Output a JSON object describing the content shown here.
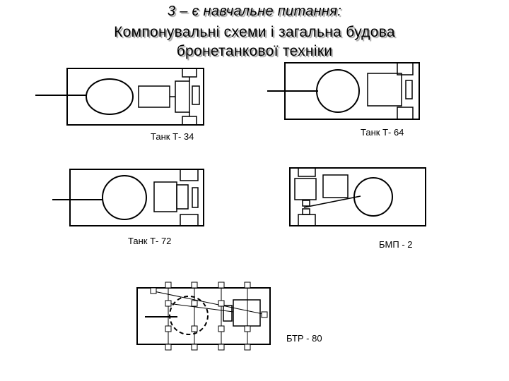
{
  "slide": {
    "subtitle": "3 – є навчальне питання:",
    "title_line1": "Компонувальні схеми і загальна будова",
    "title_line2": "бронетанкової техніки"
  },
  "vehicles": [
    {
      "id": "t34",
      "label": "Танк Т- 34"
    },
    {
      "id": "t64",
      "label": "Танк Т- 64"
    },
    {
      "id": "t72",
      "label": "Танк Т- 72"
    },
    {
      "id": "bmp2",
      "label": "БМП - 2"
    },
    {
      "id": "btr80",
      "label": "БТР - 80"
    }
  ]
}
